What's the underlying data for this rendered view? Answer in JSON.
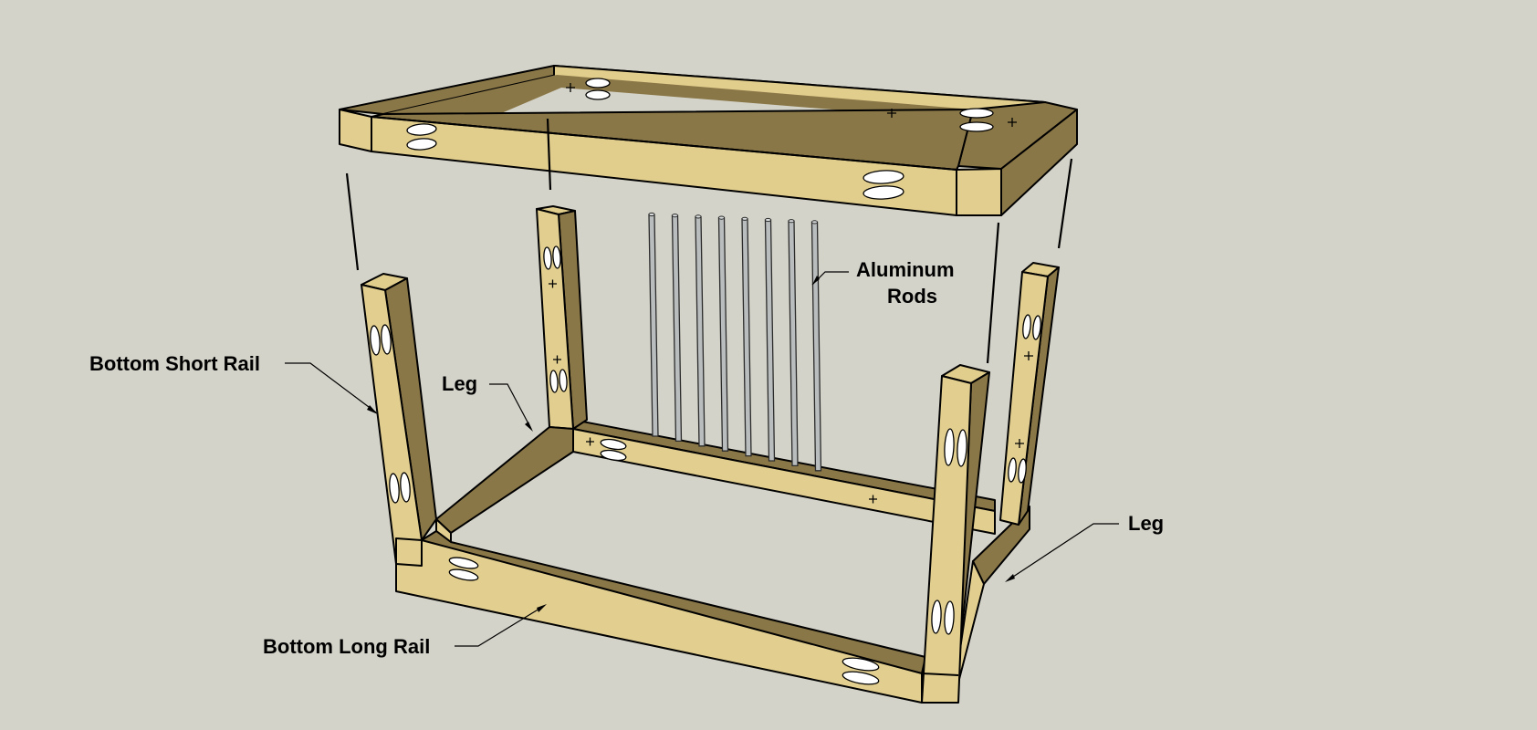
{
  "labels": {
    "aluminum_rods_line1": "Aluminum",
    "aluminum_rods_line2": "Rods",
    "bottom_short_rail": "Bottom Short Rail",
    "leg_left": "Leg",
    "leg_right": "Leg",
    "bottom_long_rail": "Bottom Long Rail"
  },
  "colors": {
    "background": "#d4d3c9",
    "wood_light": "#e2cf8f",
    "wood_dark": "#8a7747",
    "rod": "#b9bdbd"
  },
  "rod_count": 8
}
